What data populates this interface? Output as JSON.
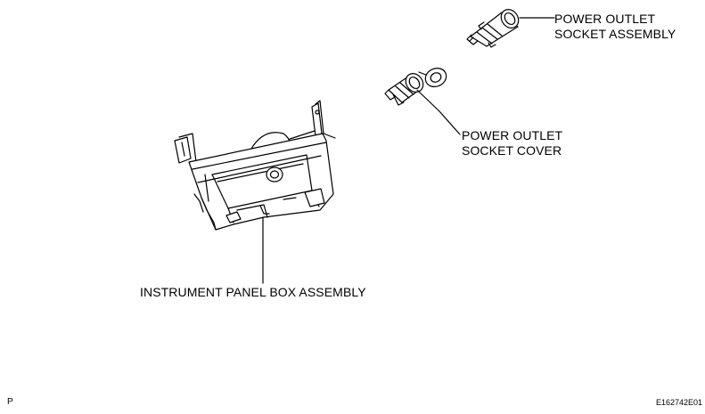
{
  "labels": {
    "socket_assembly": [
      "POWER OUTLET",
      "SOCKET ASSEMBLY"
    ],
    "socket_cover": [
      "POWER OUTLET",
      "SOCKET COVER"
    ],
    "panel_box": "INSTRUMENT PANEL BOX ASSEMBLY"
  },
  "corner_marks": {
    "left": "P",
    "right": "E162742E01"
  }
}
